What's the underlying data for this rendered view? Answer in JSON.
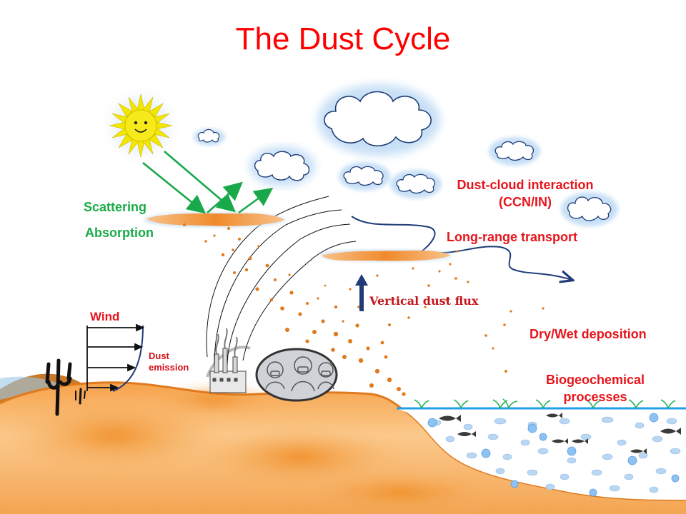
{
  "title": "The Dust Cycle",
  "labels": {
    "scattering": "Scattering",
    "absorption": "Absorption",
    "wind": "Wind",
    "dust_emission_line1": "Dust",
    "dust_emission_line2": "emission",
    "vertical_flux": "Vertical dust flux",
    "dust_cloud_line1": "Dust-cloud interaction",
    "dust_cloud_line2": "(CCN/IN)",
    "long_range": "Long-range transport",
    "deposition": "Dry/Wet deposition",
    "biogeo_line1": "Biogeochemical",
    "biogeo_line2": "processes"
  },
  "colors": {
    "title": "#ff0000",
    "label_red": "#e8141c",
    "label_green": "#1aab48",
    "dust": "#e07a1e",
    "land": "#f39a3a",
    "ocean_line": "#1fa0e6",
    "arrow_blue": "#1f3c78"
  },
  "icons": [
    "sun-icon",
    "cloud-icon",
    "cactus-icon",
    "factory-icon",
    "people-with-masks-icon",
    "fish-icon",
    "seaweed-icon"
  ]
}
